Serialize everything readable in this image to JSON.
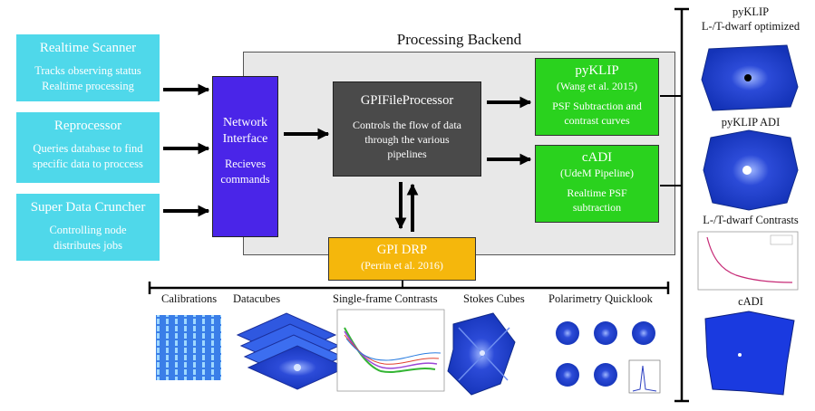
{
  "backend": {
    "title": "Processing Backend"
  },
  "left_boxes": [
    {
      "title": "Realtime Scanner",
      "lines": [
        "Tracks observing status",
        "Realtime processing"
      ]
    },
    {
      "title": "Reprocessor",
      "lines": [
        "Queries database to find",
        "specific data to proccess"
      ]
    },
    {
      "title": "Super Data Cruncher",
      "lines": [
        "Controlling node",
        "distributes jobs"
      ]
    }
  ],
  "network_interface": {
    "title_lines": [
      "Network",
      "Interface"
    ],
    "lines": [
      "Recieves",
      "commands"
    ]
  },
  "file_processor": {
    "title": "GPIFileProcessor",
    "lines": [
      "Controls the flow of data",
      "through the various",
      "pipelines"
    ]
  },
  "pyklip": {
    "title": "pyKLIP",
    "citation": "(Wang et al. 2015)",
    "lines": [
      "PSF Subtraction and",
      "contrast curves"
    ]
  },
  "cadi": {
    "title": "cADI",
    "citation": "(UdeM Pipeline)",
    "lines": [
      "Realtime PSF",
      "subtraction"
    ]
  },
  "drp": {
    "title": "GPI DRP",
    "citation": "(Perrin et al. 2016)"
  },
  "bottom_labels": [
    "Calibrations",
    "Datacubes",
    "Single-frame Contrasts",
    "Stokes Cubes",
    "Polarimetry Quicklook"
  ],
  "right_labels": [
    "pyKLIP",
    "L-/T-dwarf optimized",
    "pyKLIP ADI",
    "L-/T-dwarf Contrasts",
    "cADI"
  ],
  "colors": {
    "cyan": "#4fd8ea",
    "network": "#4a25e8",
    "processor": "#4a4a4a",
    "green": "#2ad21e",
    "drp": "#f5b70c",
    "backend": "#e8e8e8"
  }
}
